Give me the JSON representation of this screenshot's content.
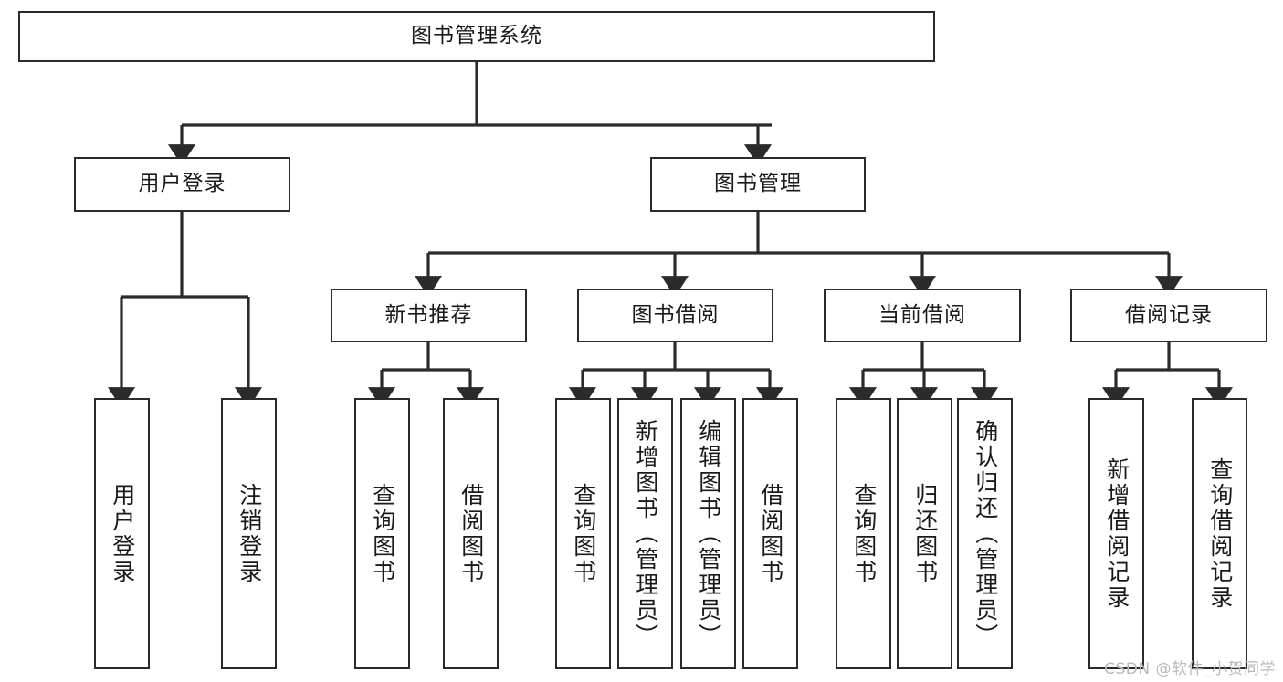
{
  "diagram": {
    "title": "图书管理系统",
    "type": "tree",
    "root": {
      "label": "图书管理系统"
    },
    "level1": [
      {
        "label": "用户登录"
      },
      {
        "label": "图书管理"
      }
    ],
    "level2": [
      {
        "label": "新书推荐"
      },
      {
        "label": "图书借阅"
      },
      {
        "label": "当前借阅"
      },
      {
        "label": "借阅记录"
      }
    ],
    "leaves": {
      "user_login": [
        {
          "label": "用户登录"
        },
        {
          "label": "注销登录"
        }
      ],
      "new_book_recommend": [
        {
          "label": "查询图书"
        },
        {
          "label": "借阅图书"
        }
      ],
      "book_borrow": [
        {
          "label": "查询图书"
        },
        {
          "label": "新增图书（管理员）"
        },
        {
          "label": "编辑图书（管理员）"
        },
        {
          "label": "借阅图书"
        }
      ],
      "current_borrow": [
        {
          "label": "查询图书"
        },
        {
          "label": "归还图书"
        },
        {
          "label": "确认归还（管理员）"
        }
      ],
      "borrow_record": [
        {
          "label": "新增借阅记录"
        },
        {
          "label": "查询借阅记录"
        }
      ]
    }
  },
  "watermark": {
    "text": "CSDN @软件_小贺同学"
  },
  "colors": {
    "stroke": "#2b2b2b",
    "fill": "#ffffff",
    "text": "#1a1a1a",
    "watermark": "#b9b9b9"
  }
}
